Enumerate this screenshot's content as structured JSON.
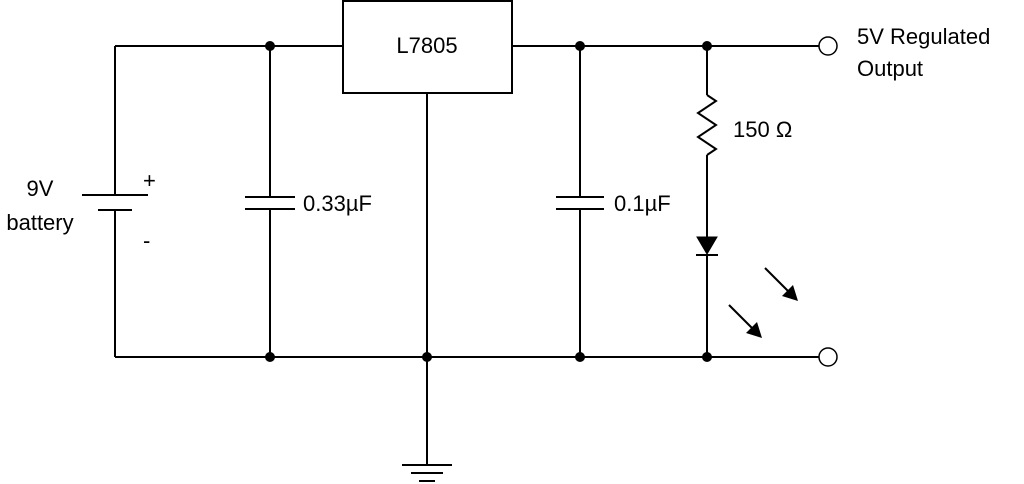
{
  "diagram": {
    "regulator": {
      "label": "L7805"
    },
    "battery": {
      "label_line1": "9V",
      "label_line2": "battery",
      "plus": "+",
      "minus": "-"
    },
    "input_capacitor": {
      "label": "0.33µF"
    },
    "output_capacitor": {
      "label": "0.1µF"
    },
    "resistor": {
      "label": "150 Ω"
    },
    "output": {
      "label_line1": "5V Regulated",
      "label_line2": "Output"
    }
  }
}
